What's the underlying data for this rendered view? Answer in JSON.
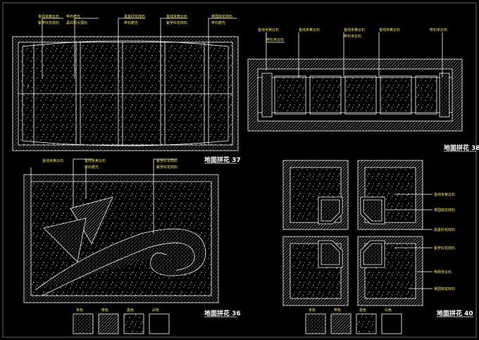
{
  "colors": {
    "background": "#000000",
    "line": "#ffffff",
    "annotation_text": "#ffe84a",
    "hatch": "#bbbbbb"
  },
  "plans": [
    {
      "title": "地面拼花 37",
      "labels": [
        "金线米黄云石",
        "紫罗红花岗石",
        "啡石磨光",
        "黑白根大理石",
        "黑金砂花岗石",
        "啡石磨光",
        "金线米黄云石",
        "紫罗红花岗石",
        "英国棕花岗石",
        "啡石磨光"
      ]
    },
    {
      "title": "地面拼花 38",
      "labels": [
        "金线米黄云石",
        "啡石米云石",
        "金线米黄云石",
        "金线米黄云石",
        "啡石米云石",
        "金线米黄云石",
        "啡石米云石"
      ]
    },
    {
      "title": "地面拼花 36",
      "labels": [
        "金线米黄云石",
        "金线米黄云石",
        "啡石磨光",
        "紫罗红花岗石",
        "紫罗红花岗石"
      ]
    },
    {
      "title": "地面拼花 40",
      "labels": [
        "金线米黄云石",
        "英国棕花岗石",
        "黑金砂花岗石",
        "紫罗红花岗石",
        "啡网米云石",
        "英国棕花岗石"
      ]
    }
  ],
  "legends": [
    {
      "items": [
        "米色",
        "啡色",
        "黑色",
        "白色"
      ]
    },
    {
      "items": [
        "米色",
        "啡色",
        "黑色",
        "白色"
      ]
    }
  ]
}
